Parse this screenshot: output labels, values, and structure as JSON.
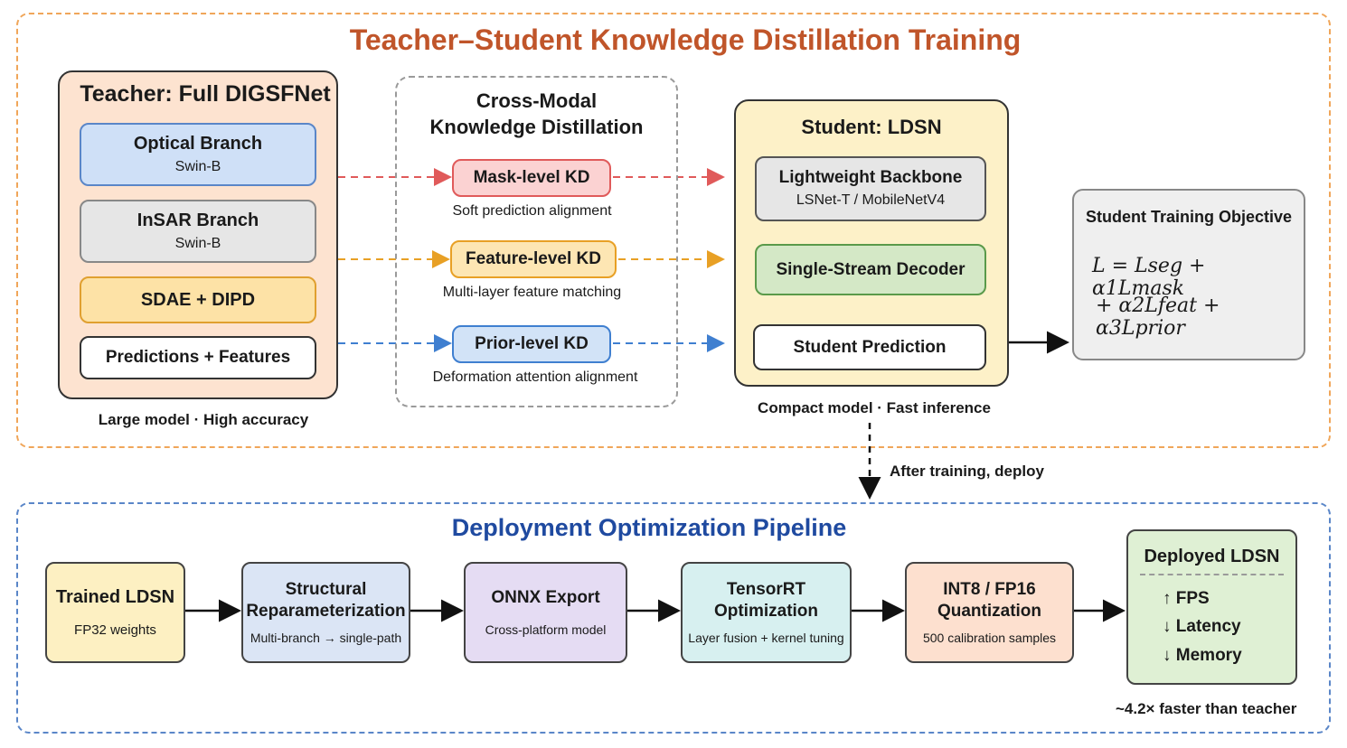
{
  "training": {
    "title": "Teacher–Student Knowledge Distillation Training",
    "teacher": {
      "title": "Teacher: Full DIGSFNet",
      "optical": {
        "name": "Optical Branch",
        "backbone": "Swin-B"
      },
      "insar": {
        "name": "InSAR Branch",
        "backbone": "Swin-B"
      },
      "fusion": "SDAE + DIPD",
      "outputs": "Predictions + Features",
      "caption": "Large model · High accuracy"
    },
    "kd": {
      "title_line1": "Cross-Modal",
      "title_line2": "Knowledge Distillation",
      "items": [
        {
          "name": "Mask-level KD",
          "desc": "Soft prediction alignment",
          "color": "#e05a5a"
        },
        {
          "name": "Feature-level KD",
          "desc": "Multi-layer feature matching",
          "color": "#e8a025"
        },
        {
          "name": "Prior-level KD",
          "desc": "Deformation attention alignment",
          "color": "#3f7fd0"
        }
      ]
    },
    "student": {
      "title": "Student: LDSN",
      "backbone": {
        "name": "Lightweight Backbone",
        "options": "LSNet-T / MobileNetV4"
      },
      "decoder": "Single-Stream Decoder",
      "prediction": "Student Prediction",
      "caption": "Compact model · Fast inference"
    },
    "objective": {
      "title": "Student Training Objective",
      "line1": "L = Lseg + α1Lmask",
      "line2": "+ α2Lfeat + α3Lprior"
    }
  },
  "transition": "After training, deploy",
  "deployment": {
    "title": "Deployment Optimization Pipeline",
    "steps": [
      {
        "name": "Trained LDSN",
        "desc": "FP32 weights"
      },
      {
        "name_line1": "Structural",
        "name_line2": "Reparameterization",
        "desc": "Multi-branch → single-path"
      },
      {
        "name": "ONNX Export",
        "desc": "Cross-platform model"
      },
      {
        "name_line1": "TensorRT",
        "name_line2": "Optimization",
        "desc": "Layer fusion + kernel tuning"
      },
      {
        "name_line1": "INT8 / FP16",
        "name_line2": "Quantization",
        "desc": "500 calibration samples"
      }
    ],
    "deployed": {
      "title": "Deployed LDSN",
      "metrics": [
        "↑ FPS",
        "↓ Latency",
        "↓ Memory"
      ],
      "caption": "~4.2× faster than teacher"
    }
  },
  "colors": {
    "teacher_bg": "#fde3d0",
    "optical_bg": "#cfe0f7",
    "insar_bg": "#e6e6e6",
    "fusion_bg": "#fde2a6",
    "student_bg": "#fdf1c8",
    "backbone_bg": "#e6e6e6",
    "decoder_bg": "#d4e8c6",
    "mask_bg": "#fbd2d2",
    "feature_bg": "#fde6b3",
    "prior_bg": "#d2e3f7",
    "step_colors": [
      "#fdf0c2",
      "#dbe5f5",
      "#e5dcf3",
      "#d7f0f0",
      "#fde0cf",
      "#dff0d4"
    ]
  }
}
